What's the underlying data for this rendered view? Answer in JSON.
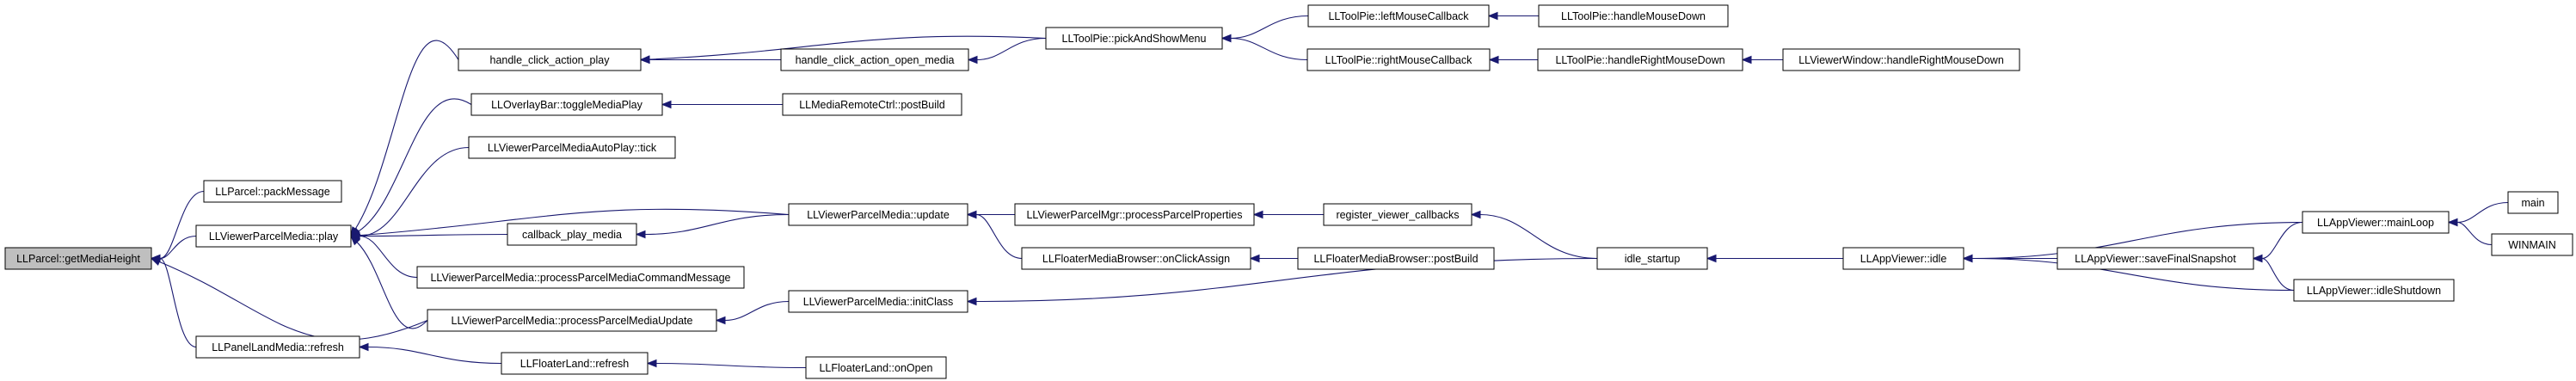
{
  "graph": {
    "edge_color": "#191970",
    "root_fill": "#bfbfbf",
    "nodes": [
      {
        "id": "getMediaHeight",
        "label": "LLParcel::getMediaHeight",
        "root": true
      },
      {
        "id": "packMessage",
        "label": "LLParcel::packMessage"
      },
      {
        "id": "play",
        "label": "LLViewerParcelMedia::play"
      },
      {
        "id": "panelRefresh",
        "label": "LLPanelLandMedia::refresh"
      },
      {
        "id": "handleClickPlay",
        "label": "handle_click_action_play"
      },
      {
        "id": "toggleMediaPlay",
        "label": "LLOverlayBar::toggleMediaPlay"
      },
      {
        "id": "autoPlayTick",
        "label": "LLViewerParcelMediaAutoPlay::tick"
      },
      {
        "id": "callbackPlayMedia",
        "label": "callback_play_media"
      },
      {
        "id": "processCmdMsg",
        "label": "LLViewerParcelMedia::processParcelMediaCommandMessage"
      },
      {
        "id": "processUpdate",
        "label": "LLViewerParcelMedia::processParcelMediaUpdate"
      },
      {
        "id": "floaterLandRefresh",
        "label": "LLFloaterLand::refresh"
      },
      {
        "id": "handleClickOpen",
        "label": "handle_click_action_open_media"
      },
      {
        "id": "postBuildRemote",
        "label": "LLMediaRemoteCtrl::postBuild"
      },
      {
        "id": "vpmUpdate",
        "label": "LLViewerParcelMedia::update"
      },
      {
        "id": "initClass",
        "label": "LLViewerParcelMedia::initClass"
      },
      {
        "id": "floaterLandOnOpen",
        "label": "LLFloaterLand::onOpen"
      },
      {
        "id": "pickAndShowMenu",
        "label": "LLToolPie::pickAndShowMenu"
      },
      {
        "id": "processParcelProps",
        "label": "LLViewerParcelMgr::processParcelProperties"
      },
      {
        "id": "onClickAssign",
        "label": "LLFloaterMediaBrowser::onClickAssign"
      },
      {
        "id": "leftMouseCb",
        "label": "LLToolPie::leftMouseCallback"
      },
      {
        "id": "rightMouseCb",
        "label": "LLToolPie::rightMouseCallback"
      },
      {
        "id": "registerViewerCbs",
        "label": "register_viewer_callbacks"
      },
      {
        "id": "fmbPostBuild",
        "label": "LLFloaterMediaBrowser::postBuild"
      },
      {
        "id": "handleMouseDown",
        "label": "LLToolPie::handleMouseDown"
      },
      {
        "id": "handleRightMouseDown",
        "label": "LLToolPie::handleRightMouseDown"
      },
      {
        "id": "idleStartup",
        "label": "idle_startup"
      },
      {
        "id": "windowRightMouseDown",
        "label": "LLViewerWindow::handleRightMouseDown"
      },
      {
        "id": "appIdle",
        "label": "LLAppViewer::idle"
      },
      {
        "id": "saveFinalSnapshot",
        "label": "LLAppViewer::saveFinalSnapshot"
      },
      {
        "id": "mainLoop",
        "label": "LLAppViewer::mainLoop"
      },
      {
        "id": "idleShutdown",
        "label": "LLAppViewer::idleShutdown"
      },
      {
        "id": "main",
        "label": "main"
      },
      {
        "id": "winmain",
        "label": "WINMAIN"
      }
    ]
  }
}
